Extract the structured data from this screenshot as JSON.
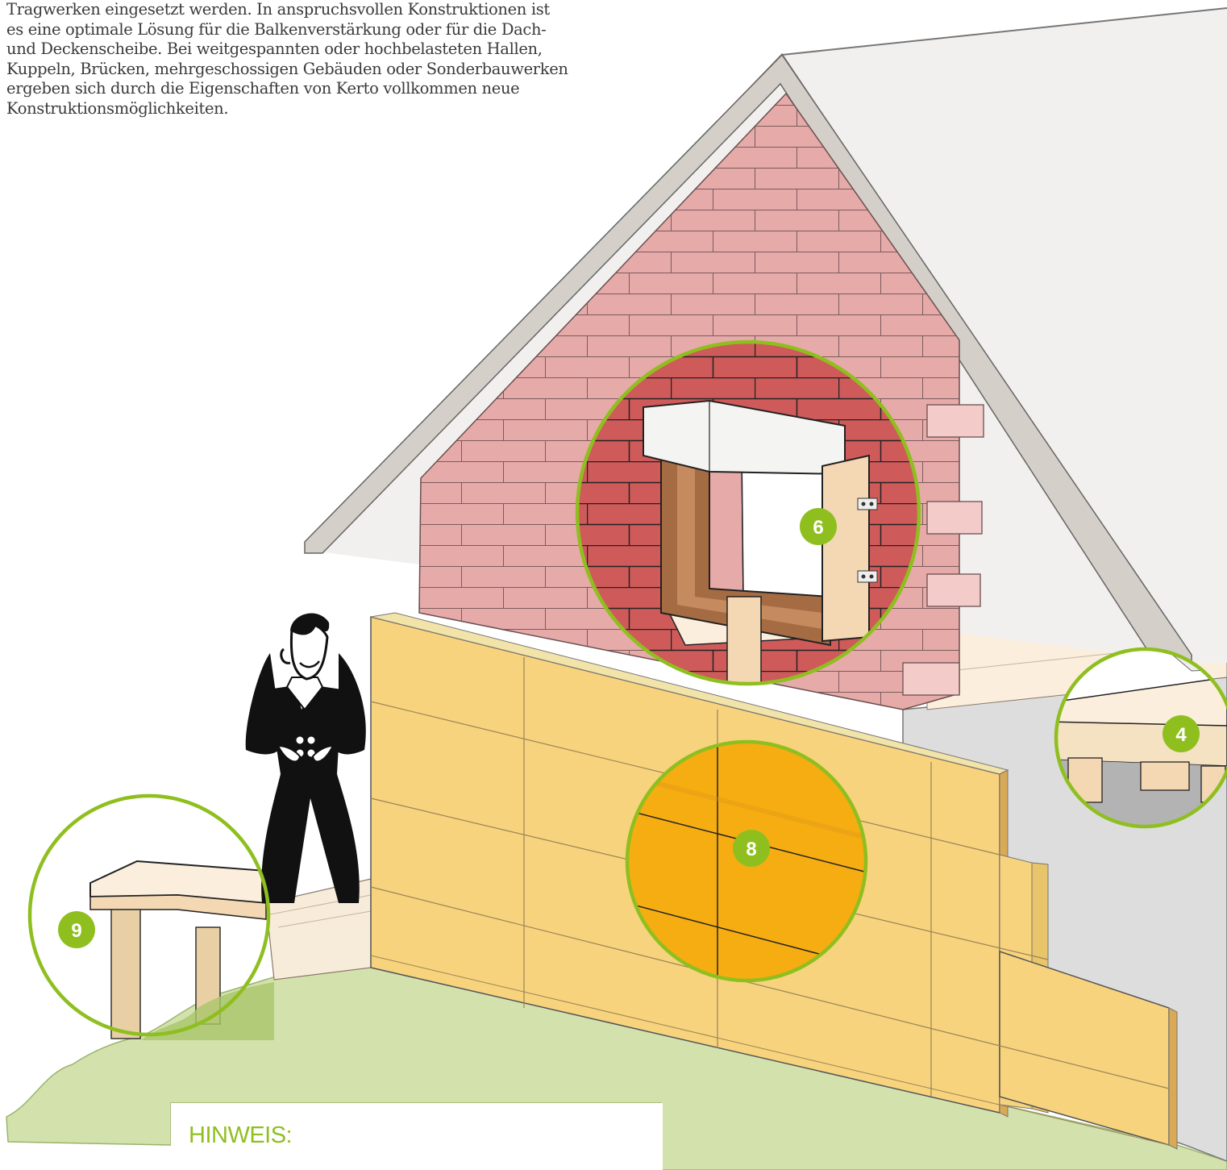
{
  "intro_lines": [
    "Tragwerken eingesetzt werden. In anspruchsvollen Konstruktionen ist",
    "es eine optimale Lösung für die Balkenverstärkung oder für die Dach-",
    "und Deckenscheibe. Bei weitgespannten oder hochbelasteten Hallen,",
    "Kuppeln, Brücken, mehrgeschossigen Gebäuden oder Sonderbauwerken",
    "ergeben sich durch die Eigenschaften von Kerto vollkommen neue",
    "Konstruktionsmöglichkeiten."
  ],
  "note": {
    "title": "HINWEIS:"
  },
  "callouts": {
    "window_lintel": "6",
    "floor_deck": "4",
    "wall_panel": "8",
    "terrace": "9"
  },
  "colors": {
    "accent_green": "#8fbf1f",
    "brick_light": "#e6aaa9",
    "brick_dark": "#cf5a5a",
    "panel": "#f7d37e",
    "panel_highlight": "#f6ad12",
    "grass": "#d3e2ad",
    "roof": "#d4cfc8"
  },
  "icons": [
    "worker-figure-icon",
    "window-hinge-icon"
  ]
}
